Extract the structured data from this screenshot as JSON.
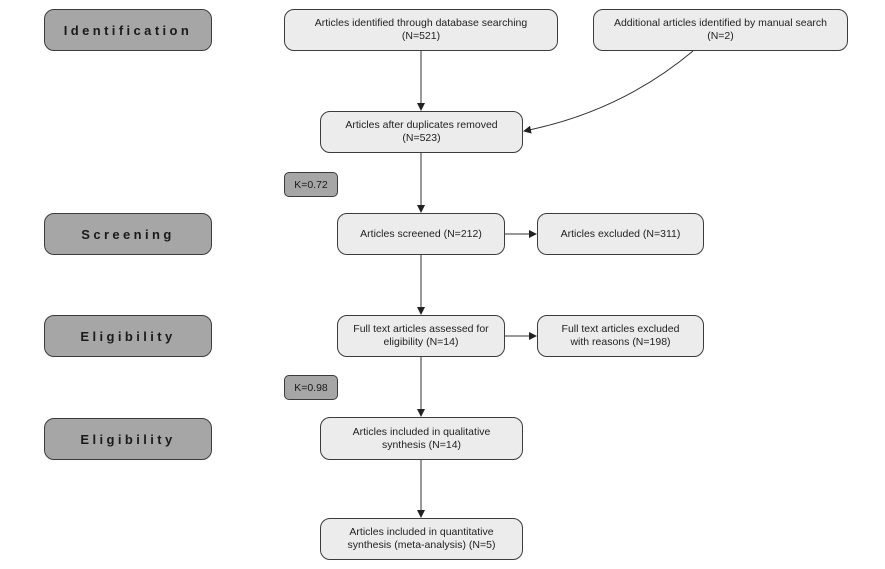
{
  "stages": {
    "identification": "Identification",
    "screening": "Screening",
    "eligibility": "Eligibility",
    "eligibility_2": "Eligibility"
  },
  "kappa": {
    "first": "K=0.72",
    "second": "K=0.98"
  },
  "boxes": {
    "database_search": {
      "line1": "Articles identified through database searching",
      "line2": "(N=521)"
    },
    "manual_search": {
      "line1": "Additional articles identified by manual search",
      "line2": "(N=2)"
    },
    "duplicates_removed": {
      "line1": "Articles after duplicates removed",
      "line2": "(N=523)"
    },
    "screened": {
      "line1": "Articles screened (N=212)"
    },
    "excluded": {
      "line1": "Articles excluded (N=311)"
    },
    "full_text_assessed": {
      "line1": "Full text articles assessed for",
      "line2": "eligibility (N=14)"
    },
    "full_text_excluded": {
      "line1": "Full text articles excluded",
      "line2": "with reasons (N=198)"
    },
    "qualitative": {
      "line1": "Articles included in qualitative",
      "line2": "synthesis (N=14)"
    },
    "quantitative": {
      "line1": "Articles included in quantitative",
      "line2": "synthesis (meta-analysis) (N=5)"
    }
  },
  "colors": {
    "stage_fill": "#a6a6a6",
    "box_fill": "#ececec",
    "border": "#3c3c3c"
  }
}
